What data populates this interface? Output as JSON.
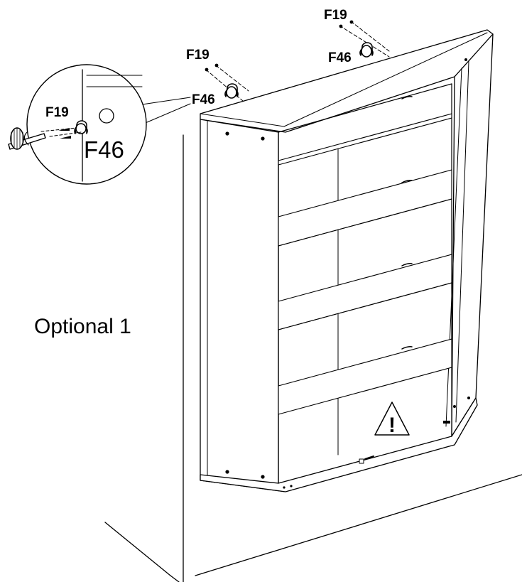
{
  "labels": {
    "screw_top_right": "F19",
    "bracket_top_right": "F46",
    "screw_top_left": "F19",
    "bracket_top_left": "F46",
    "bracket_callout": "F46",
    "screw_detail": "F19",
    "bracket_detail": "F46",
    "variant_title": "Optional 1",
    "warning_mark": "!"
  }
}
